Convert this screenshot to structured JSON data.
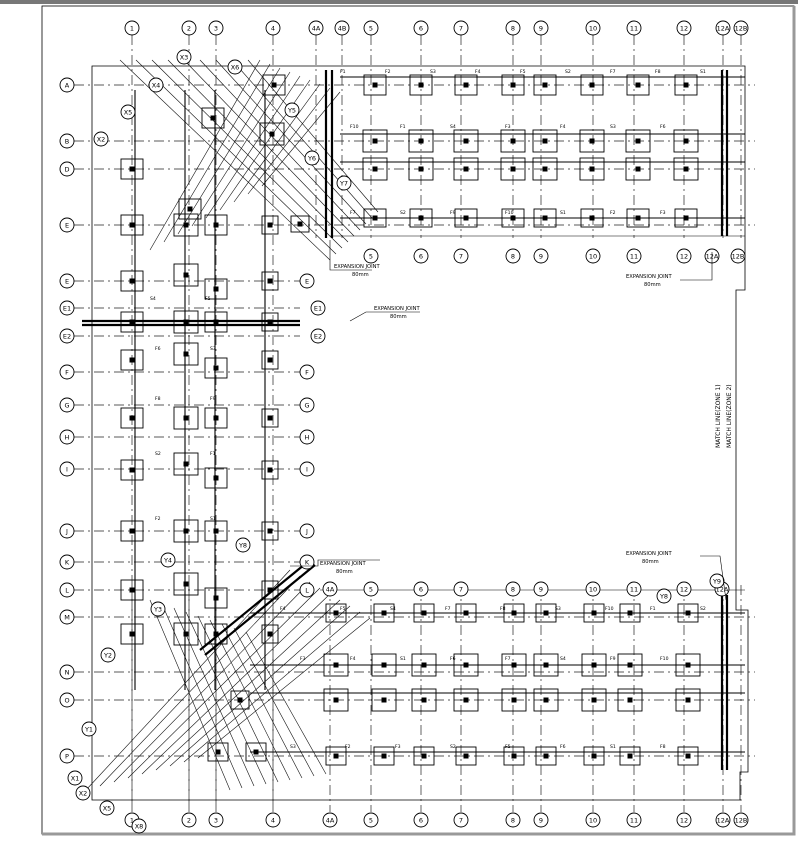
{
  "drawing": {
    "grid_top": [
      "1",
      "2",
      "3",
      "4",
      "4A",
      "4B",
      "5",
      "6",
      "7",
      "8",
      "9",
      "10",
      "11",
      "12",
      "12A",
      "12B"
    ],
    "grid_bottom": [
      "1",
      "2",
      "3",
      "4",
      "4A",
      "5",
      "6",
      "7",
      "8",
      "9",
      "10",
      "11",
      "12",
      "12A",
      "12B"
    ],
    "grid_mid_upper": [
      "5",
      "6",
      "7",
      "8",
      "9",
      "10",
      "11",
      "12",
      "12A",
      "12B"
    ],
    "grid_mid_lower": [
      "4A",
      "5",
      "6",
      "7",
      "8",
      "9",
      "10",
      "11",
      "12",
      "12A"
    ],
    "rows_left": [
      "A",
      "B",
      "D",
      "E",
      "E",
      "E1",
      "E2",
      "F",
      "G",
      "H",
      "I",
      "J",
      "K",
      "L",
      "M",
      "N",
      "O",
      "P"
    ],
    "diag_bubbles": [
      "X3",
      "X4",
      "X5",
      "X2",
      "X6",
      "Y5",
      "Y6",
      "Y7",
      "Y8",
      "Y4",
      "Y3",
      "Y2",
      "Y1",
      "X1",
      "X2",
      "X5",
      "X8",
      "Y8",
      "Y9"
    ],
    "footing_marks": [
      "F1",
      "F2",
      "F3",
      "F4",
      "F5",
      "F6",
      "F7",
      "F8",
      "F9",
      "F10"
    ],
    "beam_marks": [
      "S1",
      "S2",
      "S3",
      "S4"
    ],
    "expansion_joint_1": {
      "title": "EXPANSION JOINT",
      "size": "80mm"
    },
    "expansion_joint_2": {
      "title": "EXPANSION JOINT",
      "size": "80mm"
    },
    "expansion_joint_3": {
      "title": "EXPANSION JOINT",
      "size": "80mm"
    },
    "expansion_joint_4": {
      "title": "EXPANSION JOINT",
      "size": "80mm"
    },
    "expansion_joint_5": {
      "title": "EXPANSION JOINT",
      "size": "80mm"
    },
    "match_line_1": "MATCH LINE(ZONE 1)",
    "match_line_2": "MATCH LINE(ZONE 2)"
  }
}
